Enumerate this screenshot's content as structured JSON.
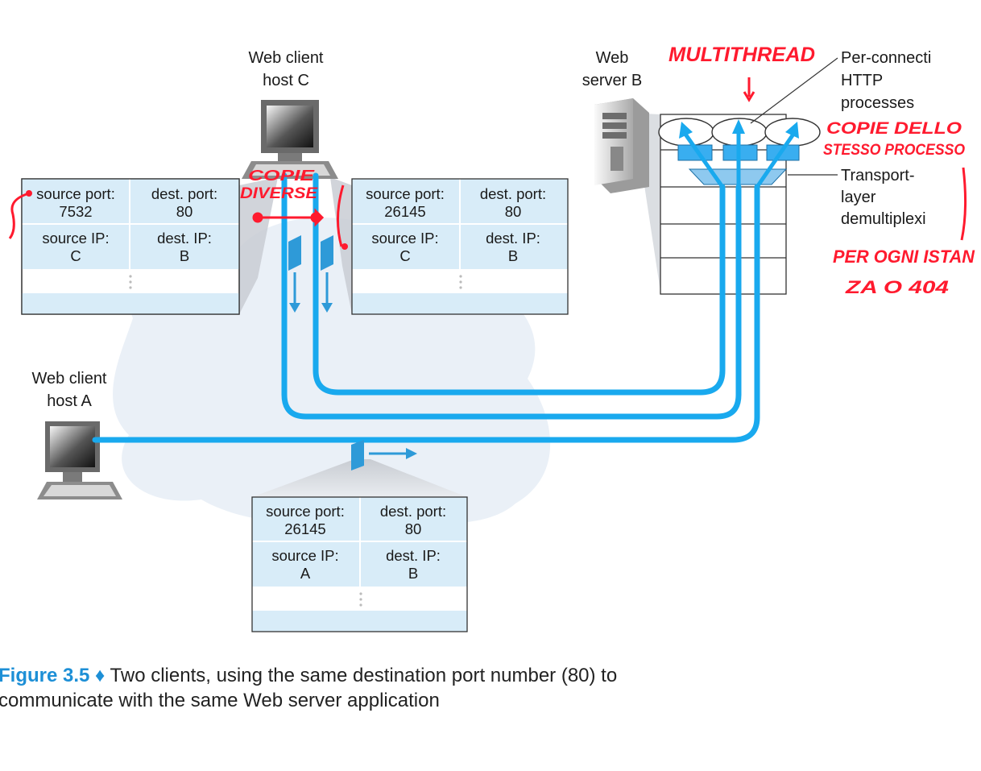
{
  "labels": {
    "client_c": [
      "Web client",
      "host C"
    ],
    "client_a": [
      "Web client",
      "host A"
    ],
    "server_b": [
      "Web",
      "server B"
    ],
    "per_connection": [
      "Per-connecti",
      "HTTP",
      "processes"
    ],
    "transport": [
      "Transport-",
      "layer",
      "demultiplexi"
    ]
  },
  "segments": {
    "left_c": {
      "source_port_label": "source port:",
      "source_port": "7532",
      "dest_port_label": "dest. port:",
      "dest_port": "80",
      "source_ip_label": "source IP:",
      "source_ip": "C",
      "dest_ip_label": "dest. IP:",
      "dest_ip": "B"
    },
    "right_c": {
      "source_port_label": "source port:",
      "source_port": "26145",
      "dest_port_label": "dest. port:",
      "dest_port": "80",
      "source_ip_label": "source IP:",
      "source_ip": "C",
      "dest_ip_label": "dest. IP:",
      "dest_ip": "B"
    },
    "host_a": {
      "source_port_label": "source port:",
      "source_port": "26145",
      "dest_port_label": "dest. port:",
      "dest_port": "80",
      "source_ip_label": "source IP:",
      "source_ip": "A",
      "dest_ip_label": "dest. IP:",
      "dest_ip": "B"
    }
  },
  "handwritten": {
    "multithread": "MULTITHREAD",
    "copie_dello": "COPIE DELLO",
    "stesso_processo": "STESSO PROCESSO",
    "copie_diverse_1": "COPIE",
    "copie_diverse_2": "DIVERSE",
    "per_ogni_1": "PER OGNI ISTAN",
    "per_ogni_2": "ZA O 404"
  },
  "caption": {
    "figure_label": "Figure 3.5",
    "diamond": "♦",
    "line1": "Two clients, using the same destination port number (80) to",
    "line2": "communicate with the same Web server application"
  },
  "colors": {
    "wire": "#19a9ee",
    "cell_bg": "#d8ecf8",
    "cloud": "#eaf0f7",
    "annotation": "#ff1a2e",
    "figure_accent": "#1d8fd6"
  }
}
